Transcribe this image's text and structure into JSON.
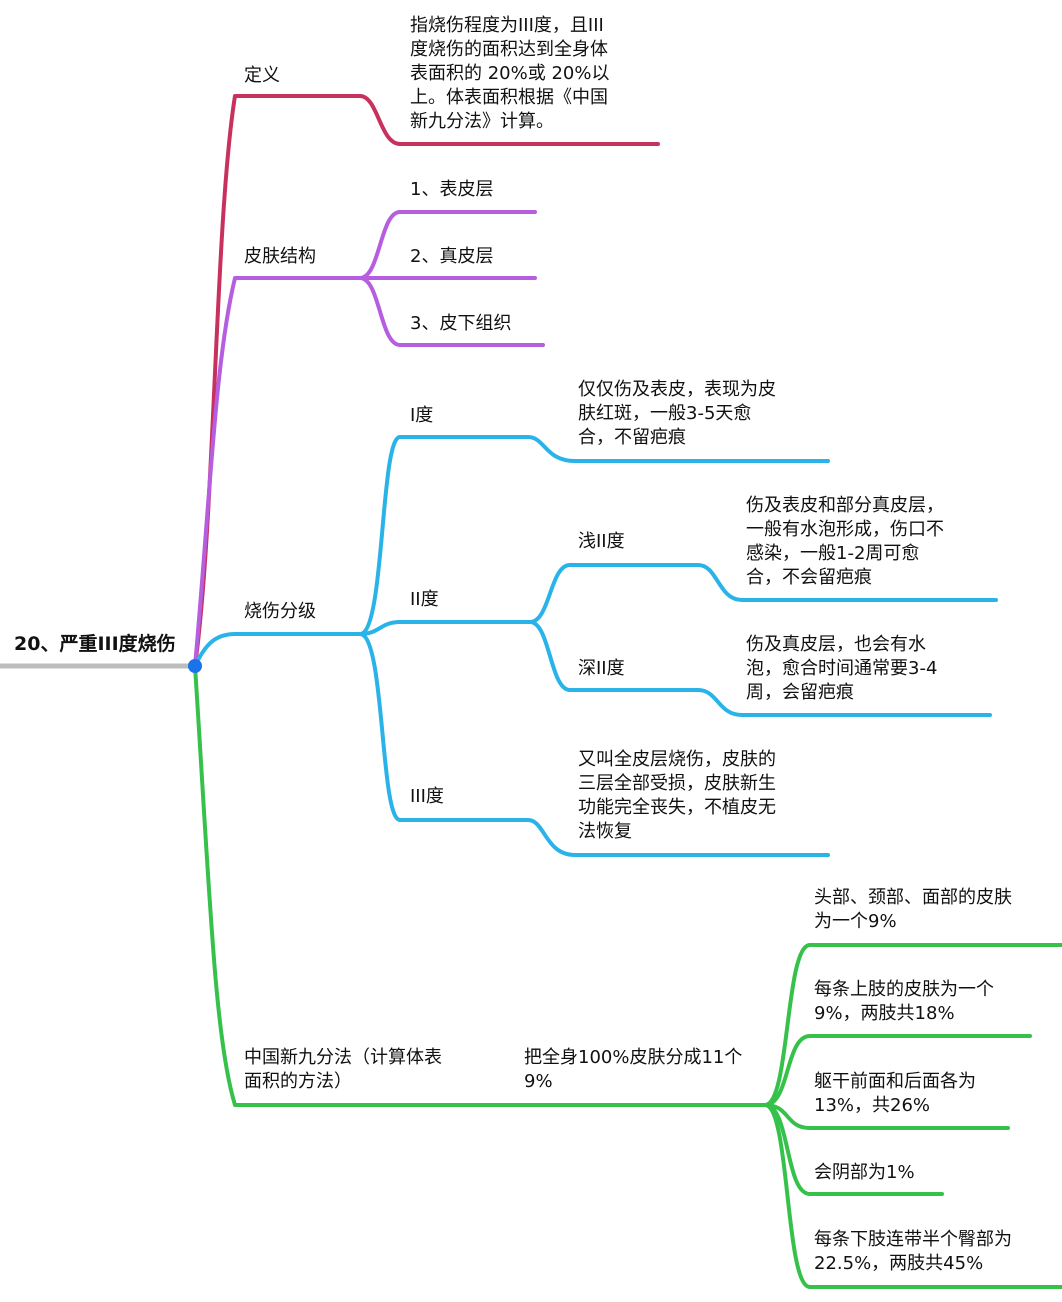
{
  "colors": {
    "root": "#bdbdbd",
    "root_dot": "#1a73e8",
    "definition": "#c8315e",
    "skin": "#b55ee0",
    "grading": "#29b3e8",
    "nine": "#36c24a"
  },
  "root": {
    "label": "20、严重III度烧伤"
  },
  "definition": {
    "label": "定义",
    "text": "指烧伤程度为III度，且III\n度烧伤的面积达到全身体\n表面积的 20%或 20%以\n上。体表面积根据《中国\n新九分法》计算。"
  },
  "skin": {
    "label": "皮肤结构",
    "items": [
      "1、表皮层",
      "2、真皮层",
      "3、皮下组织"
    ]
  },
  "grading": {
    "label": "烧伤分级",
    "deg1": {
      "label": "I度",
      "text": "仅仅伤及表皮，表现为皮\n肤红斑，一般3-5天愈\n合，不留疤痕"
    },
    "deg2": {
      "label": "II度",
      "shallow": {
        "label": "浅II度",
        "text": "伤及表皮和部分真皮层，\n一般有水泡形成，伤口不\n感染，一般1-2周可愈\n合，不会留疤痕"
      },
      "deep": {
        "label": "深II度",
        "text": "伤及真皮层，也会有水\n泡，愈合时间通常要3-4\n周，会留疤痕"
      }
    },
    "deg3": {
      "label": "III度",
      "text": "又叫全皮层烧伤，皮肤的\n三层全部受损，皮肤新生\n功能完全丧失，不植皮无\n法恢复"
    }
  },
  "nine": {
    "label": "中国新九分法（计算体表\n面积的方法）",
    "mid": "把全身100%皮肤分成11个\n9%",
    "items": [
      "头部、颈部、面部的皮肤\n为一个9%",
      "每条上肢的皮肤为一个\n9%，两肢共18%",
      "躯干前面和后面各为\n13%，共26%",
      "会阴部为1%",
      "每条下肢连带半个臀部为\n22.5%，两肢共45%"
    ]
  }
}
